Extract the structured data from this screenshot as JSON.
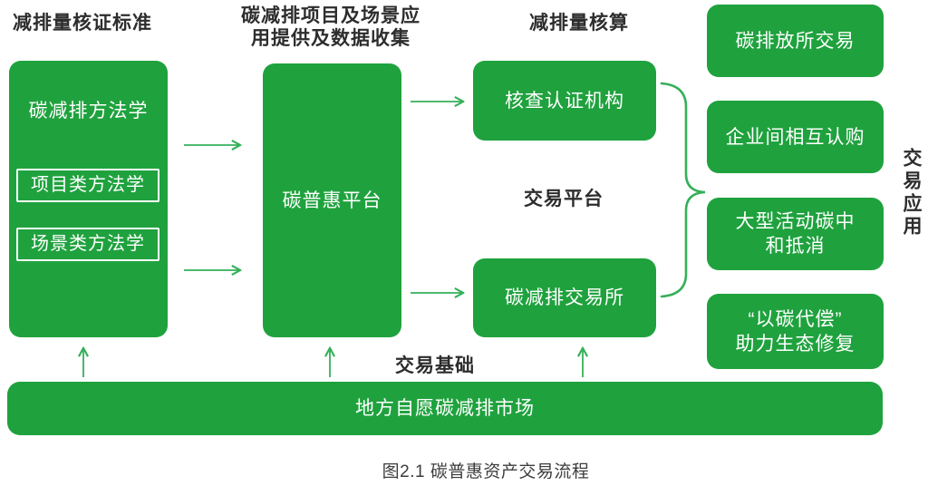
{
  "colors": {
    "box_green": "#1FA23E",
    "arrow_green": "#35B05A",
    "heading_text": "#2D2D2D",
    "box_text": "#FFFFFF",
    "caption_text": "#3D3D3D"
  },
  "headings": {
    "verification_standard": "减排量核证标准",
    "project_collection": "碳减排项目及场景应\n用提供及数据收集",
    "reduction_accounting": "减排量核算",
    "trading_platform": "交易平台",
    "trading_basis": "交易基础",
    "trading_application": "交易应用"
  },
  "standards_column": {
    "box_title": "碳减排方法学",
    "sub_items": [
      "项目类方法学",
      "场景类方法学"
    ]
  },
  "platform_box": "碳普惠平台",
  "verification_box": "核查认证机构",
  "exchange_box": "碳减排交易所",
  "application_boxes": [
    "碳排放所交易",
    "企业间相互认购",
    "大型活动碳中\n和抵消",
    "“以碳代偿”\n助力生态修复"
  ],
  "foundation_bar": "地方自愿碳减排市场",
  "caption": "图2.1 碳普惠资产交易流程"
}
